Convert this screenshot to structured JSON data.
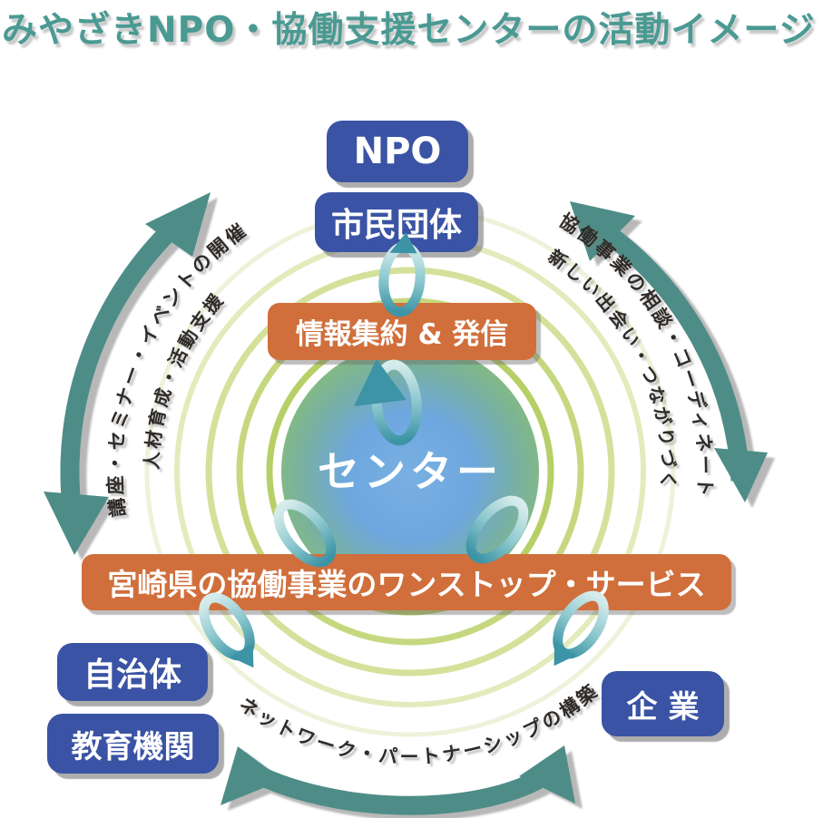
{
  "title": "みやざきNPO・協働支援センターの活動イメージ",
  "center": {
    "label": "センター"
  },
  "boxes": {
    "npo": "NPO",
    "citizen_group": "市民団体",
    "municipality": "自治体",
    "education": "教育機関",
    "company": "企業"
  },
  "functions": {
    "info_hub": "情報集約 & 発信",
    "one_stop": "宮崎県の協働事業のワンストップ・サービス"
  },
  "arc_texts": {
    "left_outer": "講座・セミナー・イベントの開催",
    "left_inner": "人材育成・活動支援",
    "right_outer": "協働事業の相談・コーディネート",
    "right_inner": "新しい出会い・つながりづくり",
    "bottom": "ネットワーク・パートナーシップの構築"
  },
  "colors": {
    "title_teal": "#4a9a93",
    "box_blue": "#3a53a4",
    "box_orange": "#d06f3c",
    "arrow_teal": "#4e8d87",
    "ring_lime": "#b7cf67",
    "center_blue": "#6da7df",
    "center_green": "#86bd7b",
    "arc_text_dark": "#2f2b28"
  }
}
